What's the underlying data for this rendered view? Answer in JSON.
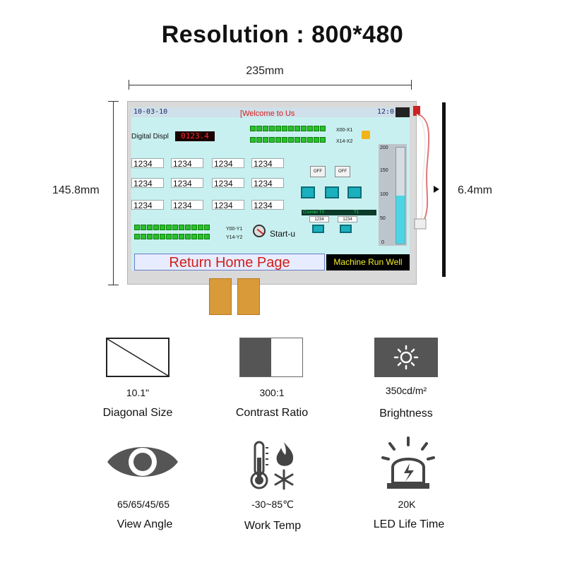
{
  "title": "Resolution : 800*480",
  "dimensions": {
    "width": "235mm",
    "height": "145.8mm",
    "thickness": "6.4mm"
  },
  "screen": {
    "date": "10-03-10",
    "time": "12:0",
    "welcome": "Welcome to Us",
    "digital_label": "Digital Displ",
    "digital_value": "0123.4",
    "cell_value": "1234",
    "x_labels": [
      "X00-X1",
      "X14-X2"
    ],
    "y_labels": [
      "Y00-Y1",
      "Y14-Y2"
    ],
    "off_label": "OFF",
    "counter_label": "Counter T0",
    "counter_t1": "T1",
    "counter_value": "1234",
    "gauge_ticks": [
      "200",
      "150",
      "100",
      "50",
      "0"
    ],
    "start_label": "Start-u",
    "return_label": "Return Home Page",
    "status_label": "Machine Run Well"
  },
  "specs": [
    {
      "value": "10.1\"",
      "name": "Diagonal Size",
      "icon": "diagonal-icon"
    },
    {
      "value": "300:1",
      "name": "Contrast Ratio",
      "icon": "contrast-icon"
    },
    {
      "value": "350cd/m²",
      "name": "Brightness",
      "icon": "sun-icon"
    },
    {
      "value": "65/65/45/65",
      "name": "View Angle",
      "icon": "eye-icon"
    },
    {
      "value": "-30~85℃",
      "name": "Work Temp",
      "icon": "thermometer-icon"
    },
    {
      "value": "20K",
      "name": "LED Life Time",
      "icon": "siren-icon"
    }
  ],
  "colors": {
    "screen_bg": "#c9f0f0",
    "red_text": "#d0201c",
    "led_green": "#2ac02a",
    "teal_button": "#1bb0bd",
    "icon_dark": "#555555"
  }
}
